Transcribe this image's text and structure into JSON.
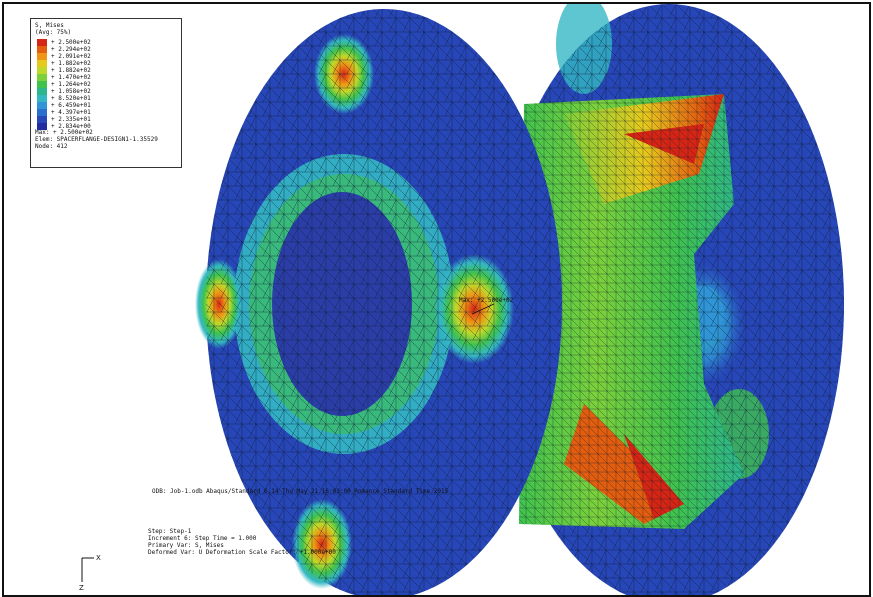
{
  "legend": {
    "title_line1": "S, Mises",
    "title_line2": "(Avg: 75%)",
    "levels": [
      {
        "label": "+ 2.500e+02",
        "color": "#d62515"
      },
      {
        "label": "+ 2.294e+02",
        "color": "#e35d0f"
      },
      {
        "label": "+ 2.091e+02",
        "color": "#f09414"
      },
      {
        "label": "+ 1.882e+02",
        "color": "#e7c91c"
      },
      {
        "label": "+ 1.882e+02",
        "color": "#bfd92a"
      },
      {
        "label": "+ 1.470e+02",
        "color": "#7cd13a"
      },
      {
        "label": "+ 1.264e+02",
        "color": "#3fc24e"
      },
      {
        "label": "+ 1.058e+02",
        "color": "#2db58e"
      },
      {
        "label": "+ 8.520e+01",
        "color": "#34b8c4"
      },
      {
        "label": "+ 6.459e+01",
        "color": "#2f95d6"
      },
      {
        "label": "+ 4.397e+01",
        "color": "#2b6fce"
      },
      {
        "label": "+ 2.335e+01",
        "color": "#2746b8"
      },
      {
        "label": "+ 2.834e+00",
        "color": "#1f2da0"
      }
    ],
    "max_line": "Max: + 2.500e+02",
    "elem_line": "Elem: SPACERFLANGE-DESIGN1-1.35529",
    "node_line": "Node: 412"
  },
  "odb_line": "ODB: Job-1.odb    Abaqus/Standard 6.14    Thu May 21 16:03:00 Romance Standard Time 2015",
  "step_line": "Step: Step-1",
  "increment_line": "Increment    6: Step Time =    1.000",
  "primary_var_line": "Primary Var: S, Mises",
  "deformed_var_line": "Deformed Var: U   Deformation Scale Factor: +1.000e+00",
  "max_marker_label": "Max: +2.500e+02",
  "triad": {
    "x_label": "X",
    "z_label": "Z"
  },
  "colors": {
    "mesh_line": "#0b1a2a",
    "background": "#ffffff"
  }
}
